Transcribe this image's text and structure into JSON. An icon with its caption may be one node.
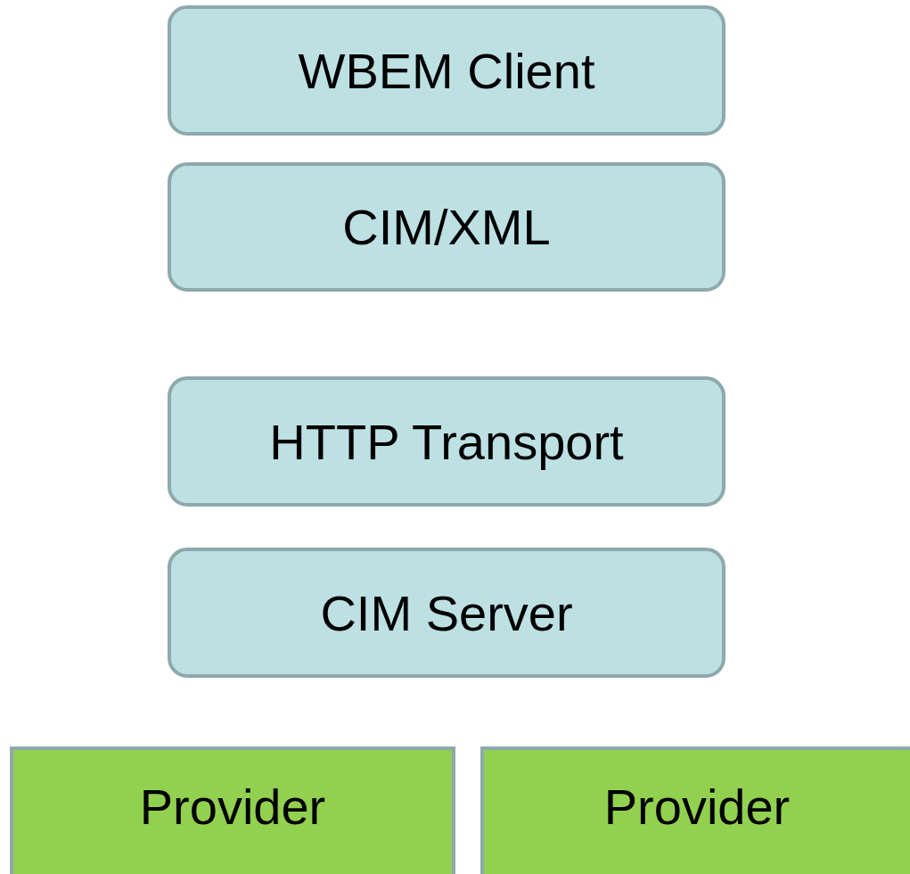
{
  "diagram": {
    "nodes": [
      {
        "text": [
          "WBEM Client"
        ]
      },
      {
        "text": [
          "CIM/XML"
        ]
      },
      {
        "text": [
          "HTTP Transport"
        ]
      },
      {
        "text": [
          "CIM Server"
        ]
      },
      {
        "text": [
          "Provider"
        ]
      },
      {
        "text": [
          "Provider"
        ]
      }
    ]
  }
}
